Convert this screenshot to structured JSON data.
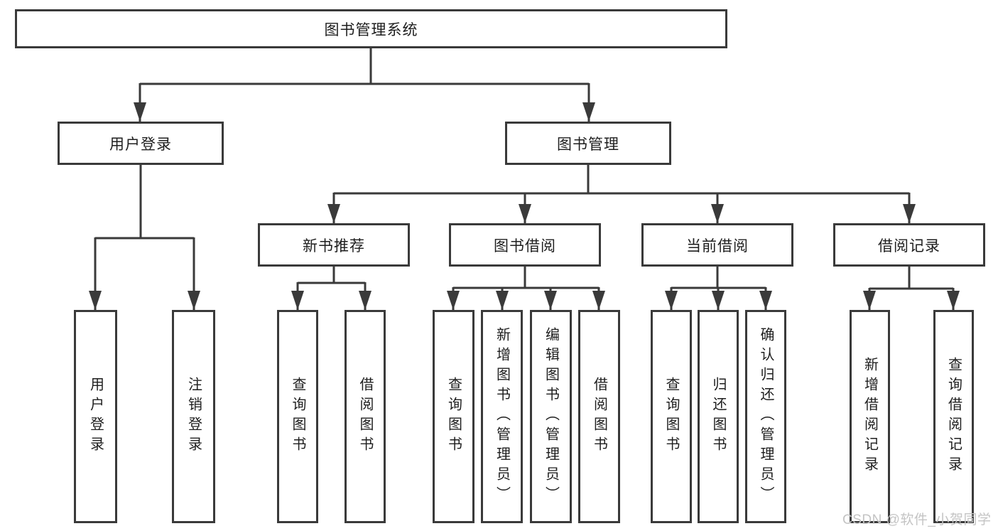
{
  "diagram_title": "图书管理系统",
  "tree": {
    "root": {
      "label": "图书管理系统",
      "children": [
        {
          "label": "用户登录",
          "children": [
            {
              "label": "用户登录"
            },
            {
              "label": "注销登录"
            }
          ]
        },
        {
          "label": "图书管理",
          "children": [
            {
              "label": "新书推荐",
              "children": [
                {
                  "label": "查询图书"
                },
                {
                  "label": "借阅图书"
                }
              ]
            },
            {
              "label": "图书借阅",
              "children": [
                {
                  "label": "查询图书"
                },
                {
                  "label": "新增图书（管理员）"
                },
                {
                  "label": "编辑图书（管理员）"
                },
                {
                  "label": "借阅图书"
                }
              ]
            },
            {
              "label": "当前借阅",
              "children": [
                {
                  "label": "查询图书"
                },
                {
                  "label": "归还图书"
                },
                {
                  "label": "确认归还（管理员）"
                }
              ]
            },
            {
              "label": "借阅记录",
              "children": [
                {
                  "label": "新增借阅记录"
                },
                {
                  "label": "查询借阅记录"
                }
              ]
            }
          ]
        }
      ]
    }
  },
  "watermark": "CSDN @软件_小贺同学",
  "colors": {
    "line": "#3a3a3a",
    "box_border": "#3a3a3a",
    "text": "#1e1e1e",
    "watermark": "#c4c4c4",
    "background": "#ffffff"
  }
}
